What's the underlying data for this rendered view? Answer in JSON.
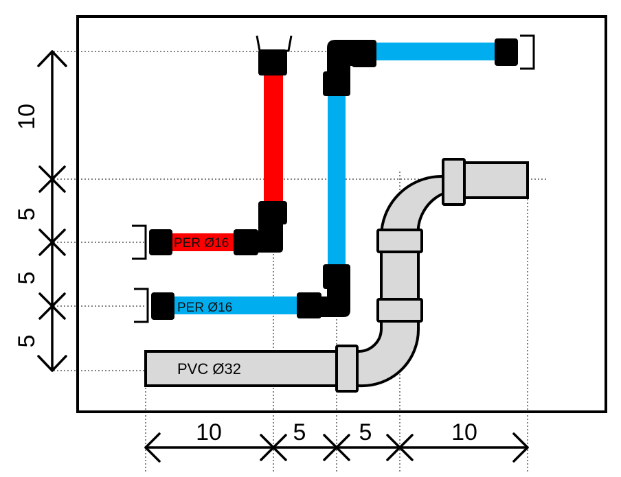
{
  "labels": {
    "per_red": "PER Ø16",
    "per_blue": "PER Ø16",
    "pvc": "PVC Ø32"
  },
  "dimensions": {
    "vertical": [
      "10",
      "5",
      "5",
      "5"
    ],
    "horizontal": [
      "10",
      "5",
      "5",
      "10"
    ]
  },
  "colors": {
    "per_hot": "#ff0000",
    "per_cold": "#00aeef",
    "pvc_fill": "#d9d9d9",
    "fitting": "#000000"
  }
}
